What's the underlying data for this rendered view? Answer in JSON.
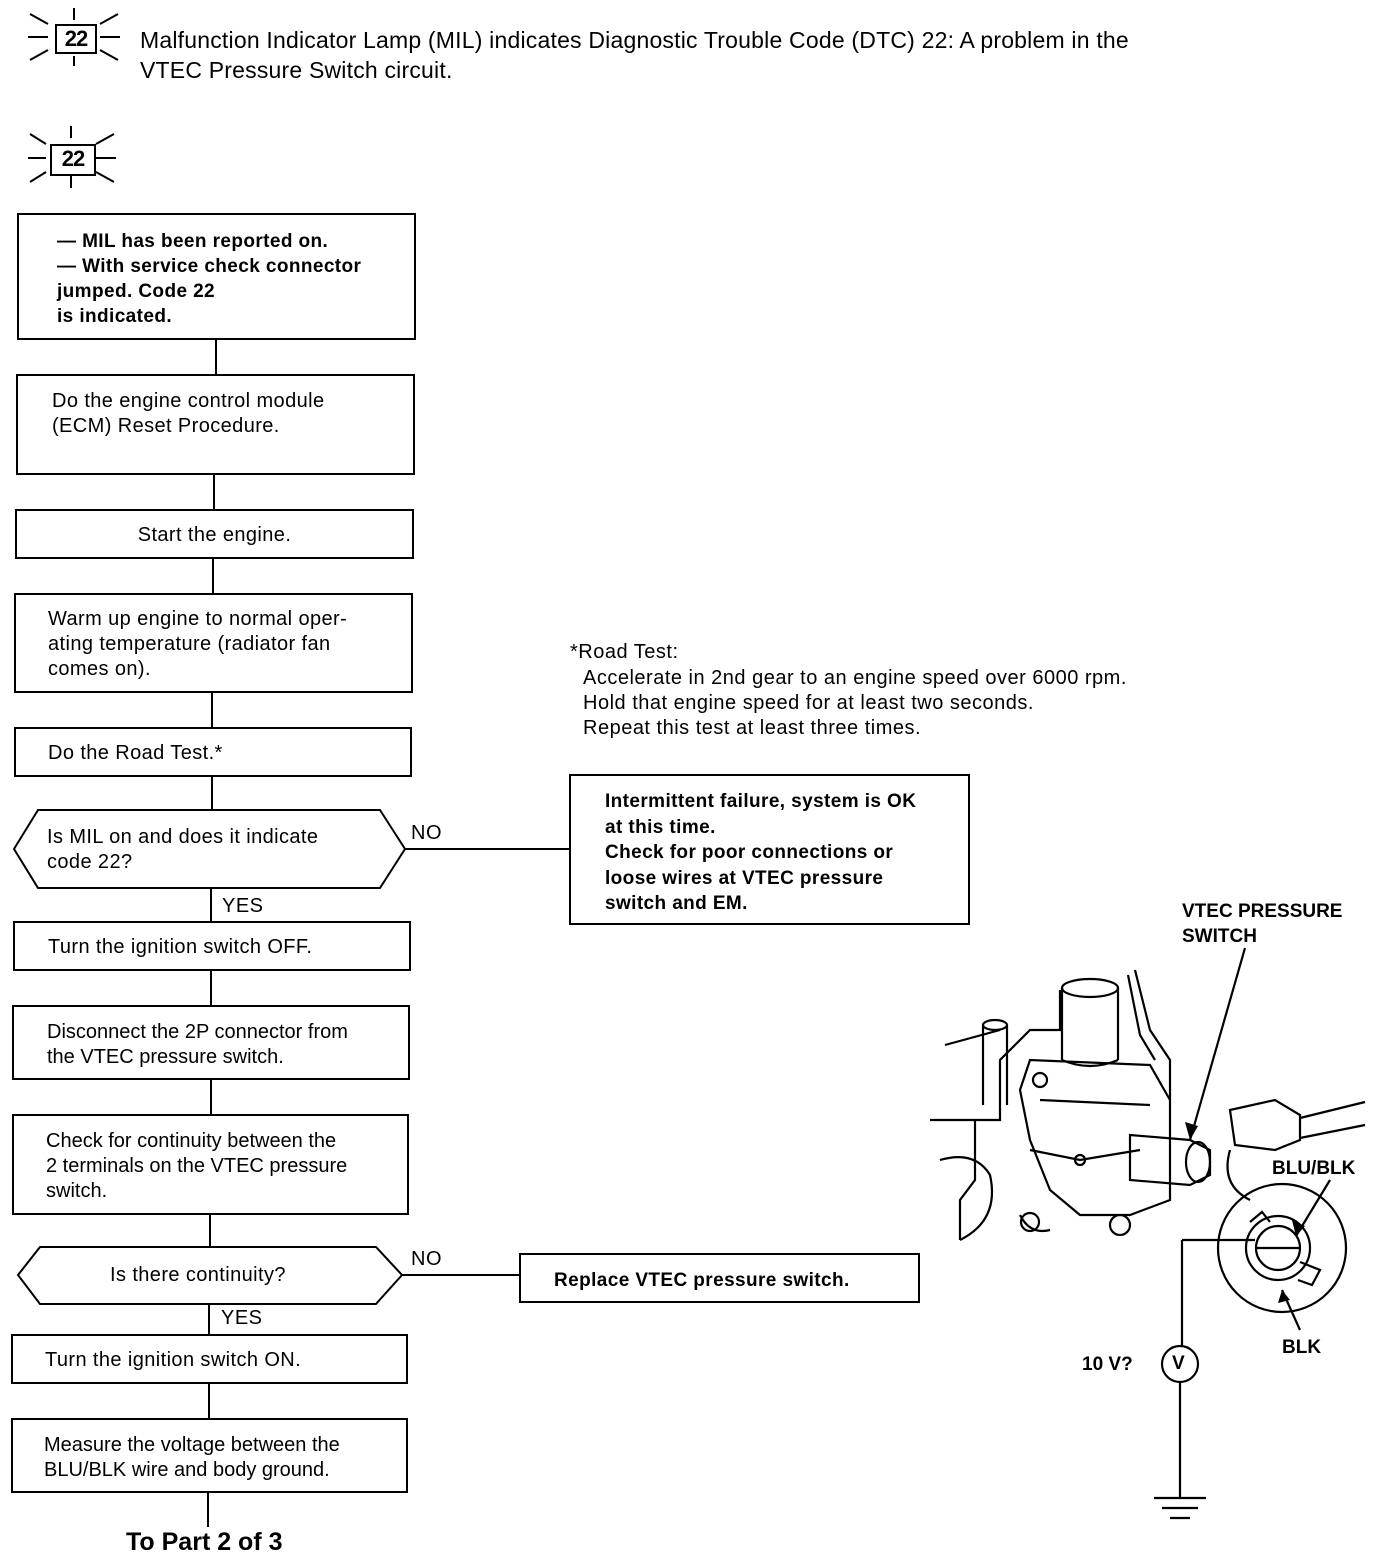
{
  "header": {
    "badge": "22",
    "line1": "Malfunction Indicator Lamp (MIL) indicates Diagnostic Trouble Code (DTC) 22:  A problem in the",
    "line2": "VTEC Pressure Switch circuit."
  },
  "flow_badge": "22",
  "flow": {
    "step_mil": "— MIL has been reported on.\n— With service check connector\n    jumped. Code 22\n    is indicated.",
    "step_reset": "Do the engine control module\n(ECM) Reset Procedure.",
    "step_start": "Start the engine.",
    "step_warm": "Warm up engine to normal oper-\nating temperature (radiator fan\ncomes on).",
    "step_road": "Do the Road Test.*",
    "decision_mil": "Is MIL on and does it indicate\ncode 22?",
    "no_1": "NO",
    "yes_1": "YES",
    "intermittent": "Intermittent failure, system is OK\nat this time.\nCheck for poor connections or\nloose wires at VTEC pressure\nswitch and EM.",
    "step_ign_off": "Turn the ignition switch OFF.",
    "step_disconnect": "Disconnect the 2P connector from\nthe VTEC pressure switch.",
    "step_continuity": "Check for continuity between the\n2 terminals on the VTEC pressure\nswitch.",
    "decision_cont": "Is there continuity?",
    "no_2": "NO",
    "yes_2": "YES",
    "replace": "Replace VTEC pressure switch.",
    "step_ign_on": "Turn the ignition switch ON.",
    "step_measure": "Measure the voltage between the\nBLU/BLK wire and body ground.",
    "to_part": "To Part 2 of 3"
  },
  "road_test": {
    "title": "*Road Test:",
    "line1": "Accelerate in 2nd gear to an engine speed over 6000 rpm.",
    "line2": "Hold that engine speed for at least two seconds.",
    "line3": "Repeat this test at least three times."
  },
  "illustration": {
    "switch_label": "VTEC PRESSURE\nSWITCH",
    "wire_blu_blk": "BLU/BLK",
    "wire_blk": "BLK",
    "voltage_question": "10 V?",
    "meter_symbol": "V"
  }
}
